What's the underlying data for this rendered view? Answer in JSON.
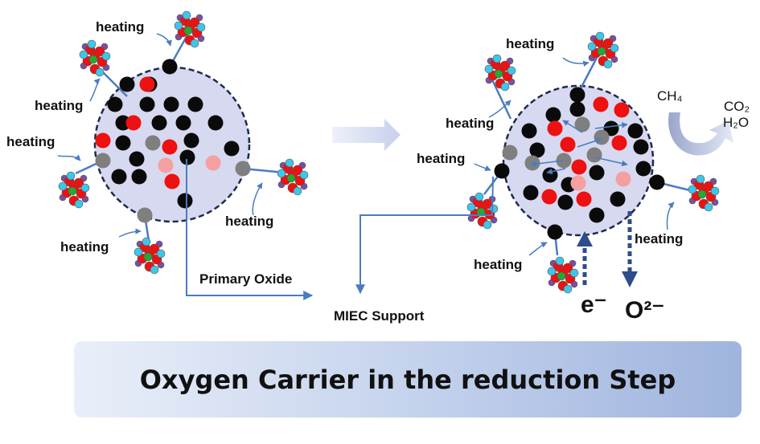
{
  "labels": {
    "heating": "heating",
    "primary_oxide": "Primary Oxide",
    "miec_support": "MIEC Support",
    "ch4": "CH₄",
    "co2": "CO₂",
    "h2o": "H₂O",
    "electron": "e⁻",
    "oxide_ion": "O²⁻"
  },
  "banner": {
    "title": "Oxygen Carrier in the reduction Step"
  },
  "colors": {
    "sphere_fill": "#d6d9f0",
    "sphere_border": "#1f2a4d",
    "dot_black": "#0a0a0a",
    "dot_red": "#ee1111",
    "dot_gray": "#7f7f7f",
    "dot_pink": "#f4a0a0",
    "connector": "#4a7cc0",
    "arrow_dark": "#2e4c8a"
  }
}
